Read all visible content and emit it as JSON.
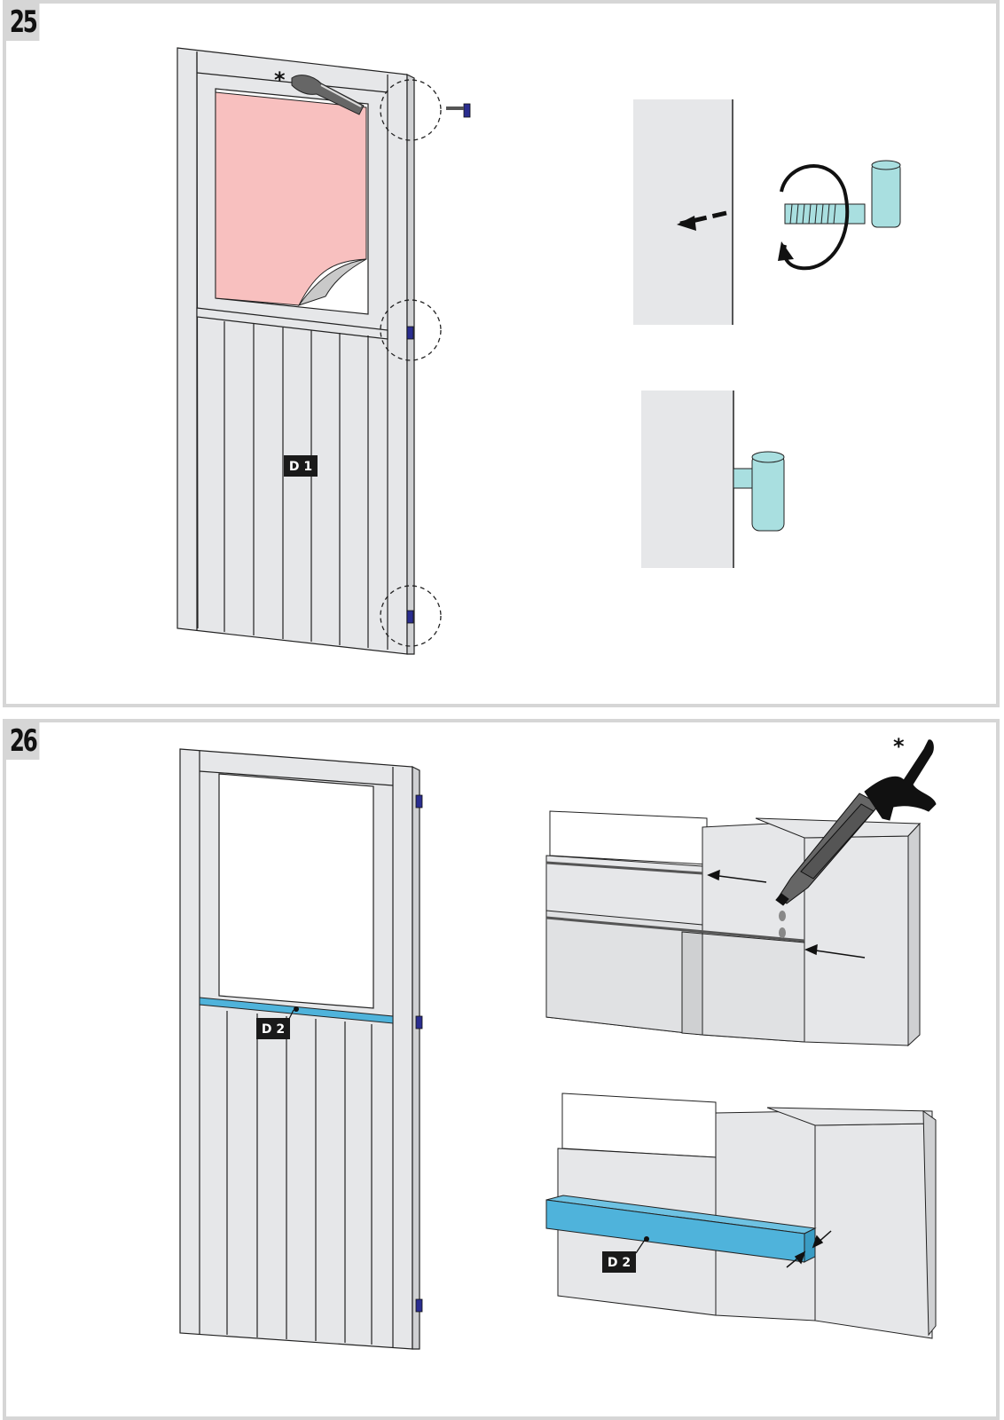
{
  "steps": [
    {
      "number": "25",
      "part_label": "D 1",
      "note_marker": "*"
    },
    {
      "number": "26",
      "part_label": "D 2",
      "part_label_detail": "D 2",
      "note_marker": "*"
    }
  ],
  "colors": {
    "panel_border": "#d6d6d6",
    "door_fill": "#e6e7e9",
    "film_pink": "#f8c0bf",
    "hinge_blue": "#2a2d8f",
    "hinge_pin_cyan": "#a9dfe0",
    "strip_blue": "#4fb3db",
    "label_bg": "#1a1a1a"
  },
  "icons": [
    "scraper-tool-icon",
    "rotate-arrow-icon",
    "caulk-gun-icon",
    "hinge-pin-icon"
  ]
}
